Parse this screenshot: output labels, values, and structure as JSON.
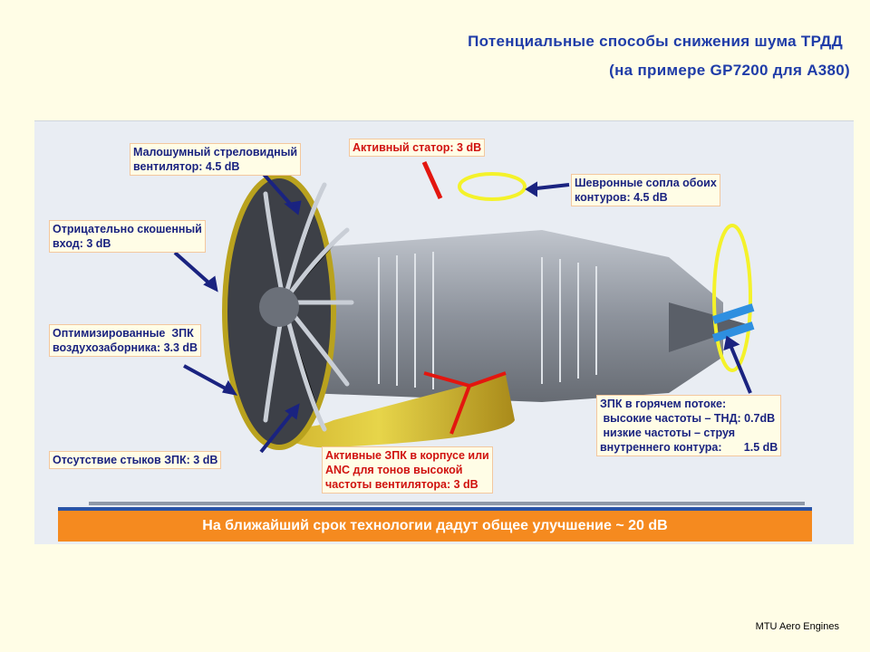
{
  "title": {
    "line1": "Потенциальные способы снижения шума ТРДД",
    "line2": "(на примере GP7200 для А380)"
  },
  "labels": {
    "fan": "Малошумный стреловидный\nвентилятор: 4.5 dB",
    "stator": "Активный статор: 3 dB",
    "chevron": "Шевронные сопла обоих\nконтуров: 4.5 dB",
    "inlet": "Отрицательно скошенный\nвход: 3 dB",
    "liner": "Оптимизированные  ЗПК\nвоздухозаборника: 3.3 dB",
    "splice": "Отсутствие стыков ЗПК: 3 dB",
    "active_liner": "Активные ЗПК в корпусе или\nANC для тонов высокой\nчастоты вентилятора: 3 dB",
    "hot": "ЗПК в горячем потоке:\n высокие частоты – ТНД: 0.7dB\n низкие частоты – струя\nвнутреннего контура:       1.5 dB"
  },
  "summary": "На ближайший срок технологии дадут общее улучшение ~ 20 dB",
  "footer": "MTU Aero Engines",
  "colors": {
    "title": "#1f3ca8",
    "label_text": "#1a2380",
    "label_red": "#d0120f",
    "bar": "#f58a1f",
    "bar_border": "#2a54a6",
    "background": "#fffde6"
  }
}
